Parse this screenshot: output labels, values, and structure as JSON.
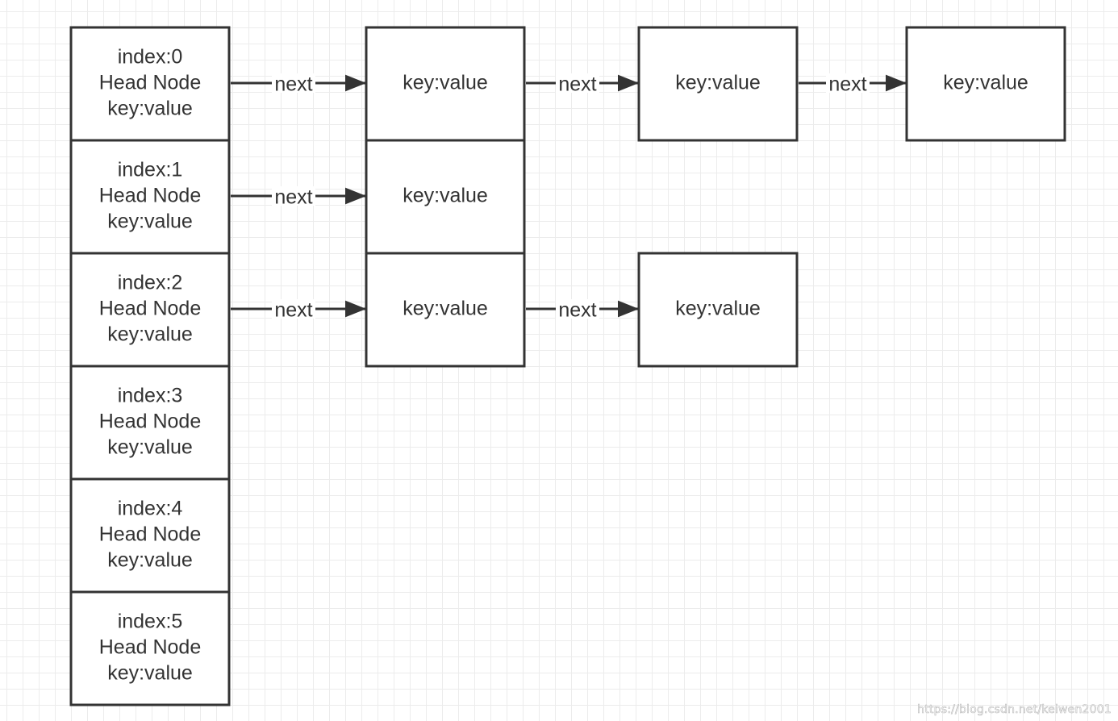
{
  "buckets": [
    {
      "index": "index:0",
      "label": "Head Node",
      "kv": "key:value"
    },
    {
      "index": "index:1",
      "label": "Head Node",
      "kv": "key:value"
    },
    {
      "index": "index:2",
      "label": "Head Node",
      "kv": "key:value"
    },
    {
      "index": "index:3",
      "label": "Head Node",
      "kv": "key:value"
    },
    {
      "index": "index:4",
      "label": "Head Node",
      "kv": "key:value"
    },
    {
      "index": "index:5",
      "label": "Head Node",
      "kv": "key:value"
    }
  ],
  "chains": [
    {
      "bucket": 0,
      "nodes": [
        "key:value",
        "key:value",
        "key:value"
      ]
    },
    {
      "bucket": 1,
      "nodes": [
        "key:value"
      ]
    },
    {
      "bucket": 2,
      "nodes": [
        "key:value",
        "key:value"
      ]
    }
  ],
  "edge_label": "next",
  "watermark": "https://blog.csdn.net/keiwen2001",
  "colors": {
    "stroke": "#333333",
    "text": "#333333",
    "grid": "#ececec"
  }
}
